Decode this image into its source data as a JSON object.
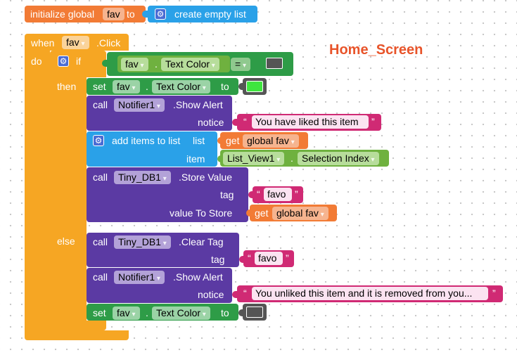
{
  "screen_title": "Home_Screen",
  "colors": {
    "variables": "#f27b35",
    "control": "#f6a623",
    "lists": "#2aa1e8",
    "components": "#2e9c47",
    "calls": "#5b3aa3",
    "text": "#d02a74",
    "math": "#6fb13f",
    "gear": "#4a6cd4",
    "green_swatch": "#3ee63e",
    "gray_swatch": "#555555"
  },
  "init": {
    "keyword": "initialize global",
    "name": "fav",
    "to": "to",
    "value": "create empty list"
  },
  "event": {
    "when": "when",
    "component": "fav",
    "event": ".Click",
    "do": "do"
  },
  "if_block": {
    "if": "if",
    "then": "then",
    "else": "else",
    "condition": {
      "component": "fav",
      "dot": ".",
      "property": "Text Color",
      "operator": "="
    }
  },
  "then_blocks": {
    "set1": {
      "set": "set",
      "component": "fav",
      "dot": ".",
      "property": "Text Color",
      "to": "to"
    },
    "alert1": {
      "call": "call",
      "component": "Notifier1",
      "method": ".Show Alert",
      "param": "notice",
      "value": "You have liked this item"
    },
    "add_items": {
      "label": "add items to list",
      "list_param": "list",
      "get": "get",
      "var": "global fav",
      "item_param": "item",
      "item_component": "List_View1",
      "dot": ".",
      "item_property": "Selection Index"
    },
    "store": {
      "call": "call",
      "component": "Tiny_DB1",
      "method": ".Store Value",
      "tag_param": "tag",
      "tag_value": "favo",
      "value_param": "value To Store",
      "get": "get",
      "var": "global fav"
    }
  },
  "else_blocks": {
    "clear": {
      "call": "call",
      "component": "Tiny_DB1",
      "method": ".Clear Tag",
      "tag_param": "tag",
      "tag_value": "favo"
    },
    "alert2": {
      "call": "call",
      "component": "Notifier1",
      "method": ".Show Alert",
      "param": "notice",
      "value": "You unliked this item and it is removed from you..."
    },
    "set2": {
      "set": "set",
      "component": "fav",
      "dot": ".",
      "property": "Text Color",
      "to": "to"
    }
  },
  "icons": {
    "mutator": "gear-icon",
    "dropdown": "chevron-down-icon",
    "quote": "quote-icon"
  }
}
